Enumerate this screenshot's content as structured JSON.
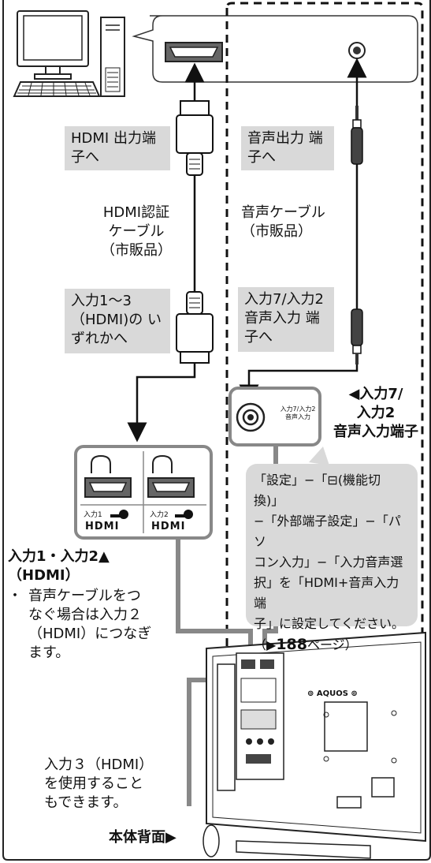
{
  "callouts": {
    "hdmi_out": "HDMI\n出力端子へ",
    "hdmi_cable": "HDMI認証\nケーブル\n（市販品）",
    "hdmi_in": "入力1〜3\n（HDMI)の\nいずれかへ",
    "audio_out": "音声出力\n端子へ",
    "audio_cable": "音声ケーブル\n（市販品）",
    "audio_in": "入力7/入力2\n音声入力\n端子へ"
  },
  "terminal": {
    "jack_label": "入力7/入力2\n音声入力",
    "title": "◀入力7/\n入力2\n音声入力端子"
  },
  "panel": {
    "port1": "入力1",
    "port2": "入力2",
    "logo": "HDMI"
  },
  "note": {
    "text": "「設定」−「⊟(機能切換)」\n−「外部端子設定」−「パソ\nコン入力」−「入力音声選\n択」を「HDMI+音声入力端\n子」に設定してください。",
    "ref_prefix": "（▶",
    "ref_num": "188",
    "ref_suffix": "ページ）"
  },
  "hdmi_section": {
    "title": "入力1・入力2▲\n（HDMI）",
    "bullet": "・",
    "body": "音声ケーブルをつ\nなぐ場合は入力２\n（HDMI）につなぎ\nます。"
  },
  "input3": "入力３（HDMI）\nを使用すること\nもできます。",
  "rear": "本体背面▶",
  "tv_brand": "⊚ AQUOS ⊚"
}
